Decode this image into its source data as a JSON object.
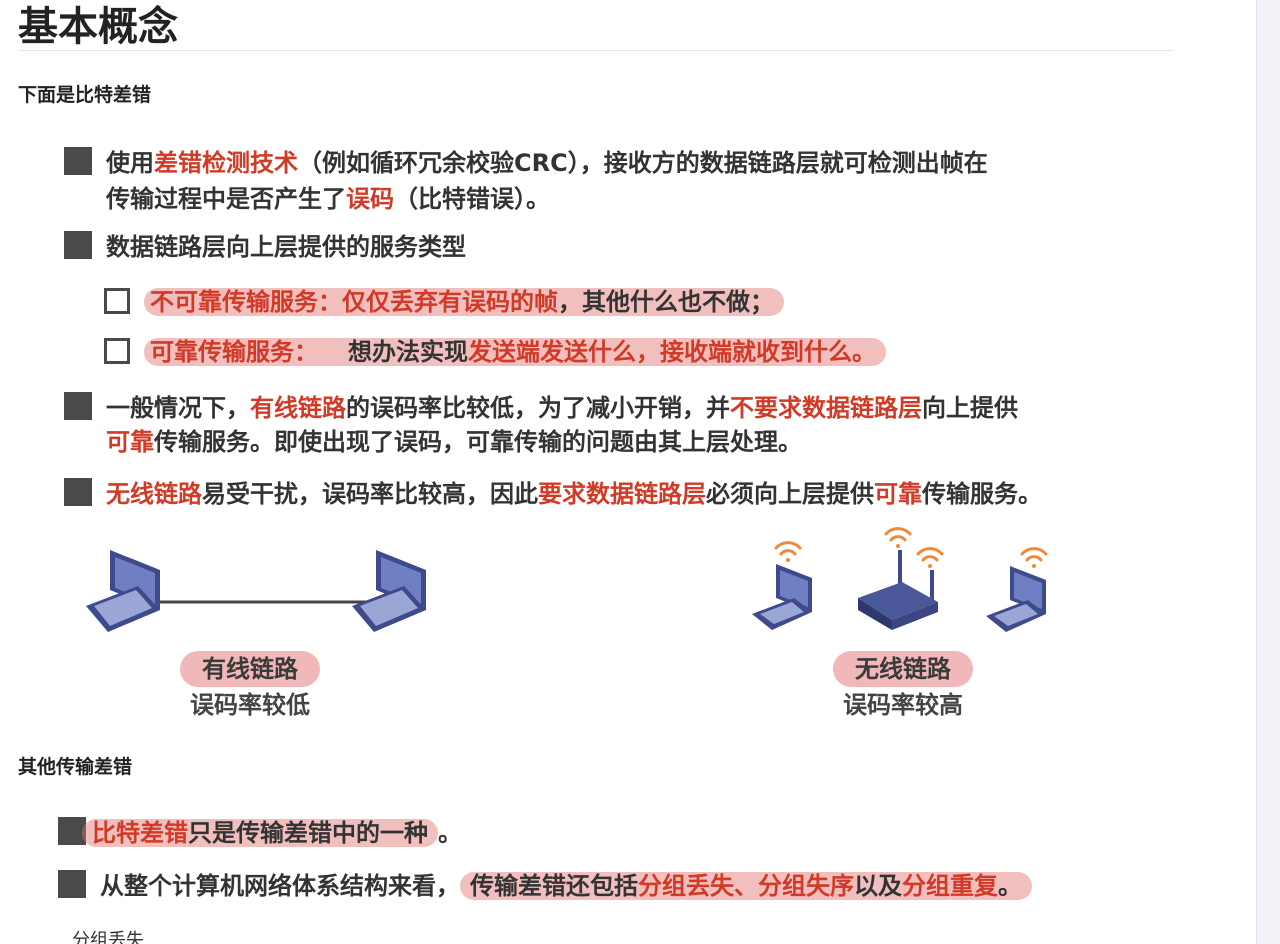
{
  "title": "基本概念",
  "sections": {
    "bit_error_heading": "下面是比特差错",
    "other_error_heading": "其他传输差错"
  },
  "bullets": {
    "b1": {
      "l1_a": "使用",
      "l1_b": "差错检测技术",
      "l1_c": "（例如循环冗余校验CRC），接收方的数据链路层就可检测出帧在",
      "l2_a": "传输过程中是否产生了",
      "l2_b": "误码",
      "l2_c": "（比特错误）。"
    },
    "b2": {
      "text": "数据链路层向上层提供的服务类型"
    },
    "s1": {
      "a": "不可靠传输服务：",
      "b": "仅仅丢弃有误码的帧",
      "c": "，其他什么也不做；"
    },
    "s2": {
      "a": "可靠传输服务：",
      "b": "想办法实现",
      "c": "发送端发送什么，接收端就收到什么",
      "d": "。"
    },
    "b3": {
      "l1_a": "一般情况下，",
      "l1_b": "有线链路",
      "l1_c": "的误码率比较低，为了减小开销，并",
      "l1_d": "不要求数据链路层",
      "l1_e": "向上提供",
      "l2_a": "可靠",
      "l2_b": "传输服务。即使出现了误码，可靠传输的问题由其上层处理。"
    },
    "b4": {
      "a": "无线链路",
      "b": "易受干扰，误码率比较高，因此",
      "c": "要求数据链路层",
      "d": "必须向上层提供",
      "e": "可靠",
      "f": "传输服务。"
    },
    "b5": {
      "a": "比特差错",
      "b": "只是传输差错中的一种",
      "c": "。"
    },
    "b6": {
      "a": "从整个计算机网络体系结构来看，",
      "b": "传输差错还包括",
      "c": "分组丢失、分组失序",
      "d": "以及",
      "e": "分组重复",
      "f": "。"
    }
  },
  "diagram": {
    "wired_label": "有线链路",
    "wired_sub": "误码率较低",
    "wireless_label": "无线链路",
    "wireless_sub": "误码率较高"
  },
  "bottom_cut_text": "分组丢失",
  "colors": {
    "accent_red": "#d03a26",
    "highlight": "#e27272",
    "laptop_blue": "#3f4a8c"
  }
}
